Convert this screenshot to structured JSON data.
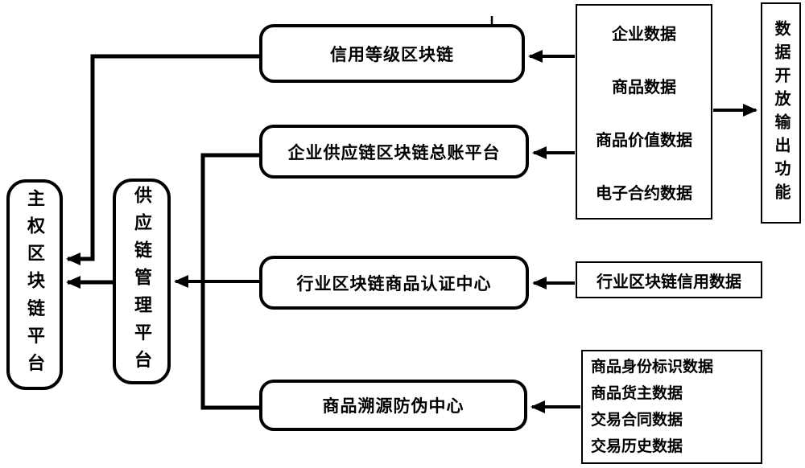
{
  "diagram": {
    "nodes": {
      "sovereign_platform": {
        "label": "主权区块链平台"
      },
      "supply_chain_platform": {
        "label": "供应链管理平台"
      },
      "credit_blockchain": {
        "label": "信用等级区块链"
      },
      "enterprise_ledger": {
        "label": "企业供应链区块链总账平台"
      },
      "industry_cert_center": {
        "label": "行业区块链商品认证中心"
      },
      "traceability_center": {
        "label": "商品溯源防伪中心"
      },
      "data_sources": {
        "items": [
          "企业数据",
          "商品数据",
          "商品价值数据",
          "电子合约数据"
        ]
      },
      "data_output": {
        "label": "数据开放输出功能"
      },
      "industry_credit_data": {
        "label": "行业区块链信用数据"
      },
      "commodity_data": {
        "items": [
          "商品身份标识数据",
          "商品货主数据",
          "交易合同数据",
          "交易历史数据"
        ]
      }
    },
    "edges": [
      {
        "from": "data_sources",
        "to": "credit_blockchain",
        "direction": "left"
      },
      {
        "from": "data_sources",
        "to": "enterprise_ledger",
        "direction": "left"
      },
      {
        "from": "data_sources",
        "to": "data_output",
        "direction": "right"
      },
      {
        "from": "industry_credit_data",
        "to": "industry_cert_center",
        "direction": "left"
      },
      {
        "from": "commodity_data",
        "to": "traceability_center",
        "direction": "left"
      },
      {
        "from": "credit_blockchain",
        "to": "sovereign_platform",
        "direction": "left"
      },
      {
        "from": "supply_chain_platform",
        "to": "sovereign_platform",
        "direction": "left"
      },
      {
        "from": "industry_cert_center",
        "to": "supply_chain_platform",
        "direction": "left"
      },
      {
        "from": "enterprise_ledger",
        "to": "supply_chain_trunk",
        "direction": "none"
      },
      {
        "from": "traceability_center",
        "to": "supply_chain_trunk",
        "direction": "none"
      }
    ],
    "colors": {
      "line": "#000000",
      "box_border": "#000000",
      "text": "#000000",
      "background": "#ffffff"
    }
  }
}
